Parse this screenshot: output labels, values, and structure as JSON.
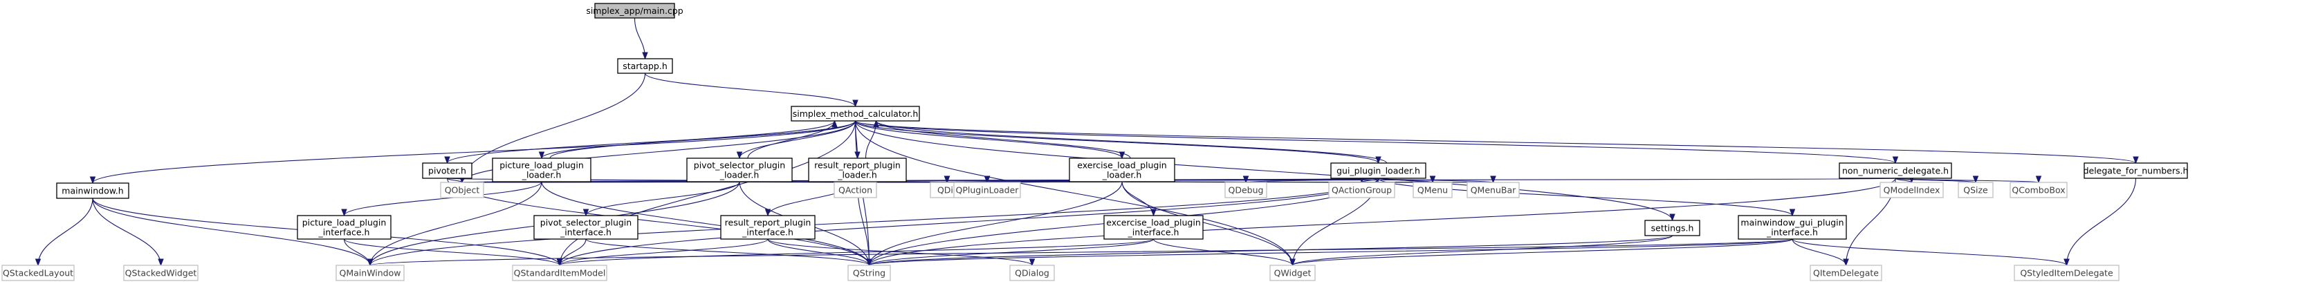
{
  "colors": {
    "edge": "#191970",
    "box_border": "#000000",
    "box_fill": "#ffffff",
    "external_border": "#bfbfbf",
    "external_text": "#3f3f3f",
    "root_fill": "#bfbfbf",
    "text": "#000000"
  },
  "nodes": {
    "main": {
      "lines": [
        "simplex_app/main.cpp"
      ],
      "kind": "root"
    },
    "startapp": {
      "lines": [
        "startapp.h"
      ],
      "kind": "file"
    },
    "calc": {
      "lines": [
        "simplex_method_calculator.h"
      ],
      "kind": "file"
    },
    "mainwindow": {
      "lines": [
        "mainwindow.h"
      ],
      "kind": "file"
    },
    "pivoter": {
      "lines": [
        "pivoter.h"
      ],
      "kind": "file"
    },
    "pic_loader": {
      "lines": [
        "picture_load_plugin",
        "_loader.h"
      ],
      "kind": "file"
    },
    "piv_loader": {
      "lines": [
        "pivot_selector_plugin",
        "_loader.h"
      ],
      "kind": "file"
    },
    "res_loader": {
      "lines": [
        "result_report_plugin",
        "_loader.h"
      ],
      "kind": "file"
    },
    "ex_loader": {
      "lines": [
        "exercise_load_plugin",
        "_loader.h"
      ],
      "kind": "file"
    },
    "gui_loader": {
      "lines": [
        "gui_plugin_loader.h"
      ],
      "kind": "file"
    },
    "nonnum": {
      "lines": [
        "non_numeric_delegate.h"
      ],
      "kind": "file"
    },
    "delegate_num": {
      "lines": [
        "delegate_for_numbers.h"
      ],
      "kind": "file"
    },
    "pic_iface": {
      "lines": [
        "picture_load_plugin",
        "_interface.h"
      ],
      "kind": "file"
    },
    "piv_iface": {
      "lines": [
        "pivot_selector_plugin",
        "_interface.h"
      ],
      "kind": "file"
    },
    "res_iface": {
      "lines": [
        "result_report_plugin",
        "_interface.h"
      ],
      "kind": "file"
    },
    "ex_iface": {
      "lines": [
        "excercise_load_plugin",
        "_interface.h"
      ],
      "kind": "file"
    },
    "settings": {
      "lines": [
        "settings.h"
      ],
      "kind": "file"
    },
    "mw_gui_iface": {
      "lines": [
        "mainwindow_gui_plugin",
        "_interface.h"
      ],
      "kind": "file"
    },
    "QObject": {
      "lines": [
        "QObject"
      ],
      "kind": "external"
    },
    "QAction": {
      "lines": [
        "QAction"
      ],
      "kind": "external"
    },
    "QDir": {
      "lines": [
        "QDir"
      ],
      "kind": "external"
    },
    "QPluginLoader": {
      "lines": [
        "QPluginLoader"
      ],
      "kind": "external"
    },
    "QDebug": {
      "lines": [
        "QDebug"
      ],
      "kind": "external"
    },
    "QActionGroup": {
      "lines": [
        "QActionGroup"
      ],
      "kind": "external"
    },
    "QMenu": {
      "lines": [
        "QMenu"
      ],
      "kind": "external"
    },
    "QMenuBar": {
      "lines": [
        "QMenuBar"
      ],
      "kind": "external"
    },
    "QModelIndex": {
      "lines": [
        "QModelIndex"
      ],
      "kind": "external"
    },
    "QSize": {
      "lines": [
        "QSize"
      ],
      "kind": "external"
    },
    "QComboBox": {
      "lines": [
        "QComboBox"
      ],
      "kind": "external"
    },
    "QStackedLayout": {
      "lines": [
        "QStackedLayout"
      ],
      "kind": "external"
    },
    "QStackedWidget": {
      "lines": [
        "QStackedWidget"
      ],
      "kind": "external"
    },
    "QMainWindow": {
      "lines": [
        "QMainWindow"
      ],
      "kind": "external"
    },
    "QStandardItemModel": {
      "lines": [
        "QStandardItemModel"
      ],
      "kind": "external"
    },
    "QString": {
      "lines": [
        "QString"
      ],
      "kind": "external"
    },
    "QDialog": {
      "lines": [
        "QDialog"
      ],
      "kind": "external"
    },
    "QWidget": {
      "lines": [
        "QWidget"
      ],
      "kind": "external"
    },
    "QItemDelegate": {
      "lines": [
        "QItemDelegate"
      ],
      "kind": "external"
    },
    "QStyledItemDelegate": {
      "lines": [
        "QStyledItemDelegate"
      ],
      "kind": "external"
    }
  },
  "edges": [
    [
      "main",
      "startapp"
    ],
    [
      "startapp",
      "calc"
    ],
    [
      "startapp",
      "QObject"
    ],
    [
      "calc",
      "mainwindow"
    ],
    [
      "calc",
      "pivoter"
    ],
    [
      "calc",
      "pic_loader"
    ],
    [
      "calc",
      "piv_loader"
    ],
    [
      "calc",
      "res_loader"
    ],
    [
      "calc",
      "ex_loader"
    ],
    [
      "calc",
      "gui_loader"
    ],
    [
      "calc",
      "nonnum"
    ],
    [
      "calc",
      "delegate_num"
    ],
    [
      "calc",
      "settings"
    ],
    [
      "calc",
      "QObject"
    ],
    [
      "calc",
      "QString"
    ],
    [
      "calc",
      "QStandardItemModel"
    ],
    [
      "calc",
      "QWidget"
    ],
    [
      "pic_loader",
      "calc"
    ],
    [
      "piv_loader",
      "calc"
    ],
    [
      "res_loader",
      "calc"
    ],
    [
      "ex_loader",
      "calc"
    ],
    [
      "gui_loader",
      "calc"
    ],
    [
      "mainwindow",
      "QStackedLayout"
    ],
    [
      "mainwindow",
      "QStackedWidget"
    ],
    [
      "mainwindow",
      "QMainWindow"
    ],
    [
      "mainwindow",
      "QStandardItemModel"
    ],
    [
      "pivoter",
      "QObject"
    ],
    [
      "pivoter",
      "QDir"
    ],
    [
      "pivoter",
      "QString"
    ],
    [
      "pic_loader",
      "pic_iface"
    ],
    [
      "pic_loader",
      "QObject"
    ],
    [
      "pic_loader",
      "QDir"
    ],
    [
      "pic_loader",
      "QPluginLoader"
    ],
    [
      "pic_loader",
      "QString"
    ],
    [
      "pic_loader",
      "QMainWindow"
    ],
    [
      "piv_loader",
      "piv_iface"
    ],
    [
      "piv_loader",
      "QObject"
    ],
    [
      "piv_loader",
      "QDir"
    ],
    [
      "piv_loader",
      "QPluginLoader"
    ],
    [
      "piv_loader",
      "QString"
    ],
    [
      "piv_loader",
      "QMainWindow"
    ],
    [
      "res_loader",
      "res_iface"
    ],
    [
      "res_loader",
      "QAction"
    ],
    [
      "res_loader",
      "QDir"
    ],
    [
      "res_loader",
      "QPluginLoader"
    ],
    [
      "res_loader",
      "QObject"
    ],
    [
      "res_loader",
      "QString"
    ],
    [
      "ex_loader",
      "ex_iface"
    ],
    [
      "ex_loader",
      "QDir"
    ],
    [
      "ex_loader",
      "QPluginLoader"
    ],
    [
      "ex_loader",
      "QDebug"
    ],
    [
      "ex_loader",
      "QActionGroup"
    ],
    [
      "ex_loader",
      "QMenu"
    ],
    [
      "ex_loader",
      "QMenuBar"
    ],
    [
      "ex_loader",
      "QObject"
    ],
    [
      "ex_loader",
      "QString"
    ],
    [
      "ex_loader",
      "QWidget"
    ],
    [
      "gui_loader",
      "mw_gui_iface"
    ],
    [
      "gui_loader",
      "QDir"
    ],
    [
      "gui_loader",
      "QPluginLoader"
    ],
    [
      "gui_loader",
      "QDebug"
    ],
    [
      "gui_loader",
      "QActionGroup"
    ],
    [
      "gui_loader",
      "QMenu"
    ],
    [
      "gui_loader",
      "QMenuBar"
    ],
    [
      "gui_loader",
      "QObject"
    ],
    [
      "gui_loader",
      "QString"
    ],
    [
      "gui_loader",
      "QWidget"
    ],
    [
      "gui_loader",
      "QMainWindow"
    ],
    [
      "gui_loader",
      "QStandardItemModel"
    ],
    [
      "nonnum",
      "QModelIndex"
    ],
    [
      "nonnum",
      "QSize"
    ],
    [
      "nonnum",
      "QComboBox"
    ],
    [
      "nonnum",
      "QItemDelegate"
    ],
    [
      "nonnum",
      "QObject"
    ],
    [
      "nonnum",
      "QString"
    ],
    [
      "delegate_num",
      "QStyledItemDelegate"
    ],
    [
      "pic_iface",
      "QMainWindow"
    ],
    [
      "pic_iface",
      "QStandardItemModel"
    ],
    [
      "piv_iface",
      "QStandardItemModel"
    ],
    [
      "piv_iface",
      "QString"
    ],
    [
      "res_iface",
      "QString"
    ],
    [
      "res_iface",
      "QStandardItemModel"
    ],
    [
      "res_iface",
      "QDialog"
    ],
    [
      "ex_iface",
      "QString"
    ],
    [
      "ex_iface",
      "QWidget"
    ],
    [
      "ex_iface",
      "QStandardItemModel"
    ],
    [
      "settings",
      "QString"
    ],
    [
      "settings",
      "QWidget"
    ],
    [
      "mw_gui_iface",
      "QItemDelegate"
    ],
    [
      "mw_gui_iface",
      "QStyledItemDelegate"
    ],
    [
      "mw_gui_iface",
      "QString"
    ],
    [
      "mw_gui_iface",
      "QWidget"
    ],
    [
      "mw_gui_iface",
      "QMainWindow"
    ]
  ]
}
